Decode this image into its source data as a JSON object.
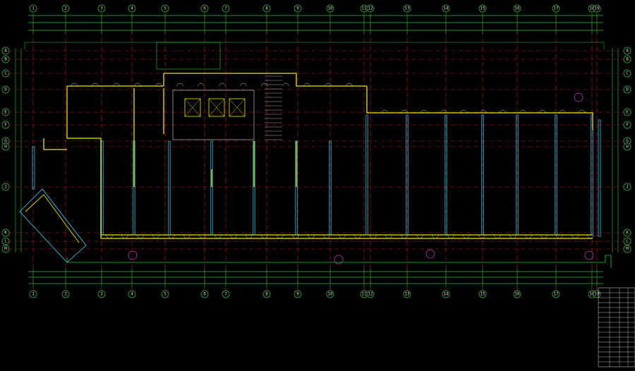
{
  "drawing": {
    "colors": {
      "background": "#000000",
      "grid_line": "#c0202a",
      "grid_bubble": "#2f8f2f",
      "wall": "#e6e600",
      "column_wall": "#3fd6ff",
      "dimension": "#22cc33",
      "text": "#d8d8d8",
      "tag": "#c040c0"
    },
    "title": "",
    "legend_lines": []
  },
  "grid": {
    "columns": [
      {
        "label": "1"
      },
      {
        "label": "2"
      },
      {
        "label": "3"
      },
      {
        "label": "4"
      },
      {
        "label": "5"
      },
      {
        "label": "6"
      },
      {
        "label": "7"
      },
      {
        "label": "8"
      },
      {
        "label": "9"
      },
      {
        "label": "10"
      },
      {
        "label": "11"
      },
      {
        "label": "12"
      },
      {
        "label": "13"
      },
      {
        "label": "14"
      },
      {
        "label": "15"
      },
      {
        "label": "16"
      },
      {
        "label": "17"
      },
      {
        "label": "18"
      },
      {
        "label": "19"
      }
    ],
    "rows": [
      {
        "label": "A"
      },
      {
        "label": "B"
      },
      {
        "label": "C"
      },
      {
        "label": "D"
      },
      {
        "label": "E"
      },
      {
        "label": "F"
      },
      {
        "label": "G"
      },
      {
        "label": "H"
      },
      {
        "label": "J"
      },
      {
        "label": "K"
      },
      {
        "label": "L"
      },
      {
        "label": "M"
      }
    ]
  },
  "room_labels": [],
  "schedule_table": {
    "rows": 16
  }
}
